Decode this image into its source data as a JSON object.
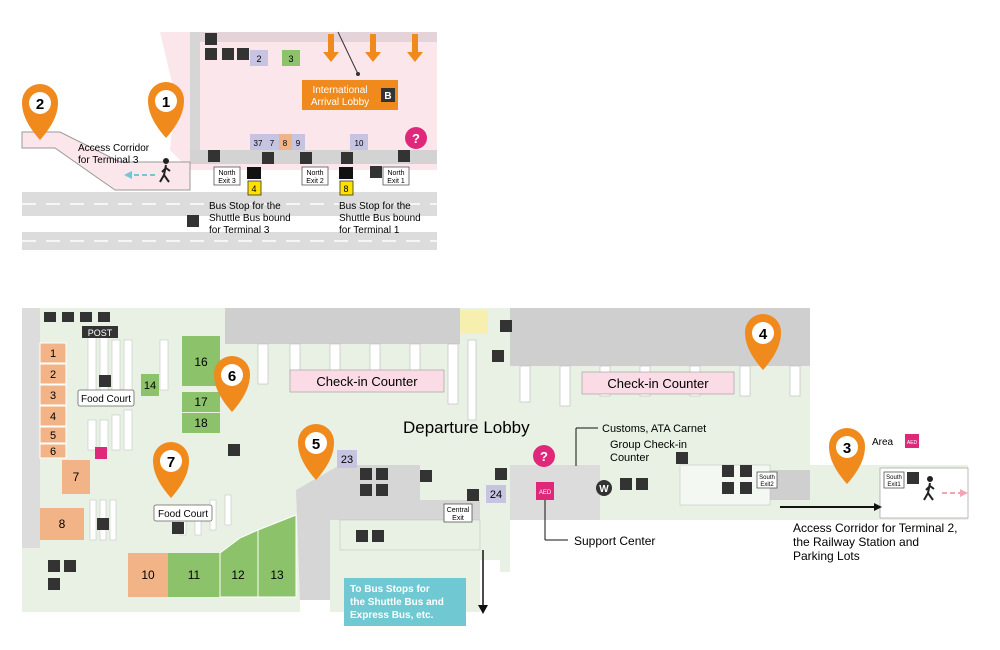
{
  "colors": {
    "arrival_floor": "#fbe6ec",
    "departure_floor": "#e8f1e4",
    "road": "#dcdcdc",
    "building": "#cfcfcf",
    "marker": "#f08a1c",
    "orange_shop": "#f2b487",
    "green_shop": "#8cc26a",
    "purple_gate": "#c6c4e0",
    "checkin": "#fadbe6",
    "info_pink": "#e0287a",
    "teal_box": "#6fc8d2"
  },
  "top_map": {
    "arrival_lobby": {
      "line1": "International",
      "line2": "Arrival Lobby",
      "badge": "B"
    },
    "access_corridor_t3": {
      "line1": "Access Corridor",
      "line2": "for Terminal 3"
    },
    "bus_stop_t3": {
      "line1": "Bus Stop for the",
      "line2": "Shuttle Bus bound",
      "line3": "for Terminal 3",
      "number": "4"
    },
    "bus_stop_t1": {
      "line1": "Bus Stop for the",
      "line2": "Shuttle Bus bound",
      "line3": "for Terminal 1",
      "number": "8"
    },
    "exits": [
      {
        "line1": "North",
        "line2": "Exit 3"
      },
      {
        "line1": "North",
        "line2": "Exit 2"
      },
      {
        "line1": "North",
        "line2": "Exit 1"
      }
    ],
    "gates": [
      "2",
      "3",
      "37",
      "7",
      "8",
      "9",
      "10"
    ],
    "markers": [
      "1",
      "2"
    ]
  },
  "bottom_map": {
    "departure_lobby": "Departure Lobby",
    "checkin_counters": [
      "Check-in Counter",
      "Check-in Counter"
    ],
    "food_courts": [
      "Food Court",
      "Food Court"
    ],
    "customs": "Customs, ATA Carnet",
    "group_checkin": {
      "line1": "Group Check-in",
      "line2": "Counter"
    },
    "support_center": "Support Center",
    "central_exit": {
      "line1": "Central",
      "line2": "Exit"
    },
    "south_exit2": {
      "line1": "South",
      "line2": "Exit2"
    },
    "south_exit1": {
      "line1": "South",
      "line2": "Exit1"
    },
    "area": "Area",
    "post": "POST",
    "aed": "AED",
    "w": "W",
    "access_corridor_t2": {
      "line1": "Access Corridor for Terminal 2,",
      "line2": "the Railway Station and",
      "line3": "Parking Lots"
    },
    "bus_stops_box": {
      "line1": "To Bus Stops for",
      "line2": "the Shuttle Bus and",
      "line3": "Express Bus, etc."
    },
    "shops_left": [
      "1",
      "2",
      "3",
      "4",
      "5",
      "6"
    ],
    "shops_misc": [
      "7",
      "8",
      "10",
      "11",
      "12",
      "13",
      "14",
      "16",
      "17",
      "18",
      "23",
      "24"
    ],
    "markers": [
      "3",
      "4",
      "5",
      "6",
      "7"
    ],
    "info": "?"
  }
}
